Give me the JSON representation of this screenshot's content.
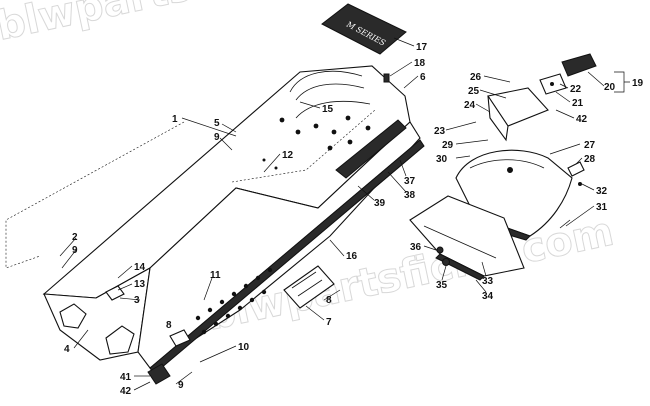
{
  "watermark": "blwpartsfiche.com",
  "decal_text": "M SERIES",
  "callouts": {
    "c1": "1",
    "c2": "2",
    "c3": "3",
    "c4": "4",
    "c5": "5",
    "c6": "6",
    "c7": "7",
    "c8a": "8",
    "c8b": "8",
    "c9a": "9",
    "c9b": "9",
    "c9c": "9",
    "c10": "10",
    "c11": "11",
    "c12": "12",
    "c13": "13",
    "c14": "14",
    "c15": "15",
    "c16": "16",
    "c17": "17",
    "c18": "18",
    "c19": "19",
    "c20": "20",
    "c21": "21",
    "c22": "22",
    "c23": "23",
    "c24": "24",
    "c25": "25",
    "c26": "26",
    "c27": "27",
    "c28": "28",
    "c29": "29",
    "c30": "30",
    "c31": "31",
    "c32": "32",
    "c33": "33",
    "c34": "34",
    "c35": "35",
    "c36": "36",
    "c37": "37",
    "c38": "38",
    "c39": "39",
    "c41": "41",
    "c42a": "42",
    "c42b": "42"
  }
}
